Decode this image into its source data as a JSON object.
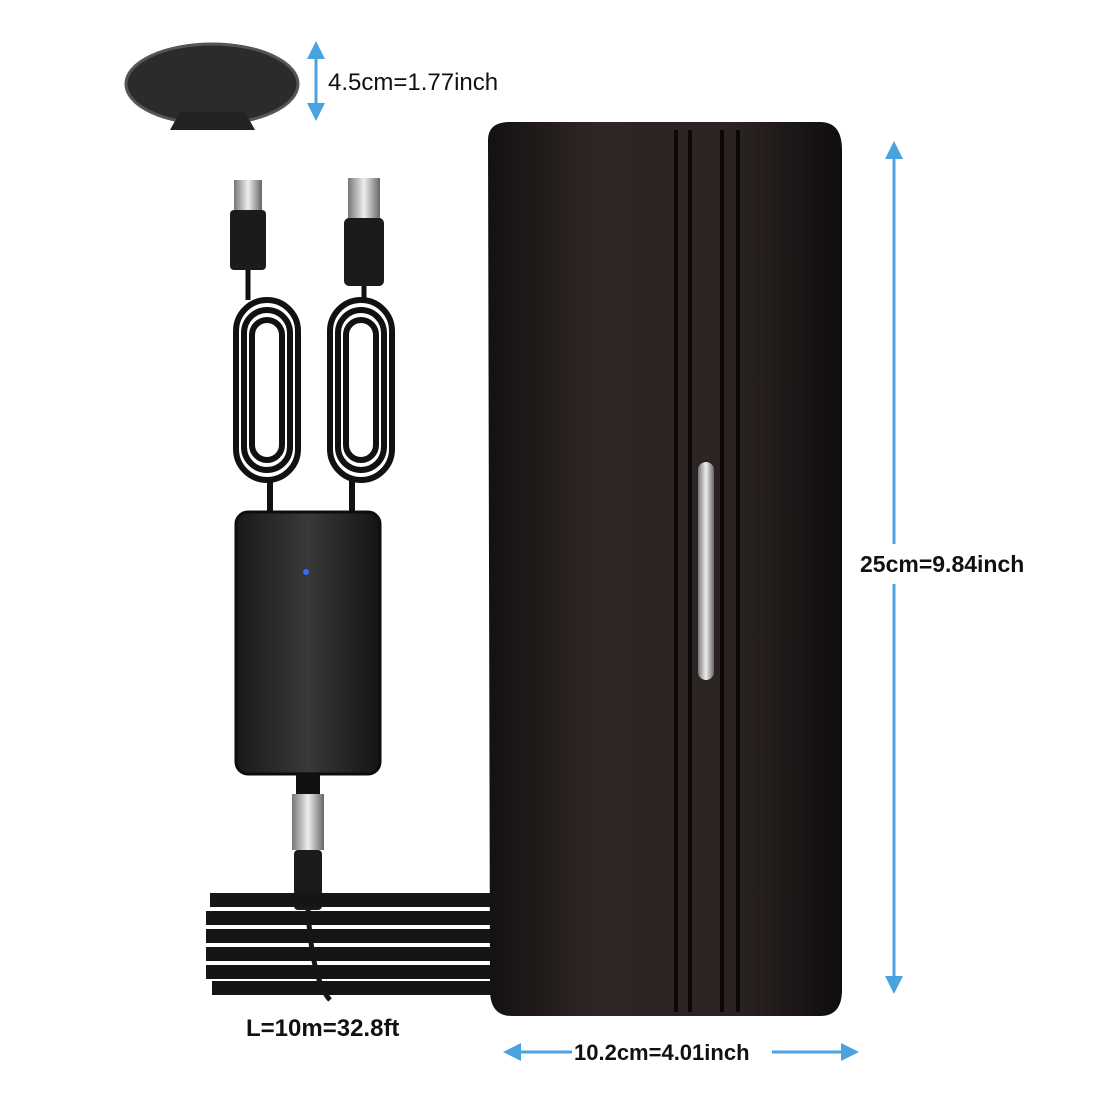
{
  "colors": {
    "arrow": "#4aa3df",
    "device": "#231e1d",
    "text": "#111111"
  },
  "dimensions": {
    "mount_height": "4.5cm=1.77inch",
    "antenna_height": "25cm=9.84inch",
    "antenna_width": "10.2cm=4.01inch",
    "cable_length": "L=10m=32.8ft"
  }
}
